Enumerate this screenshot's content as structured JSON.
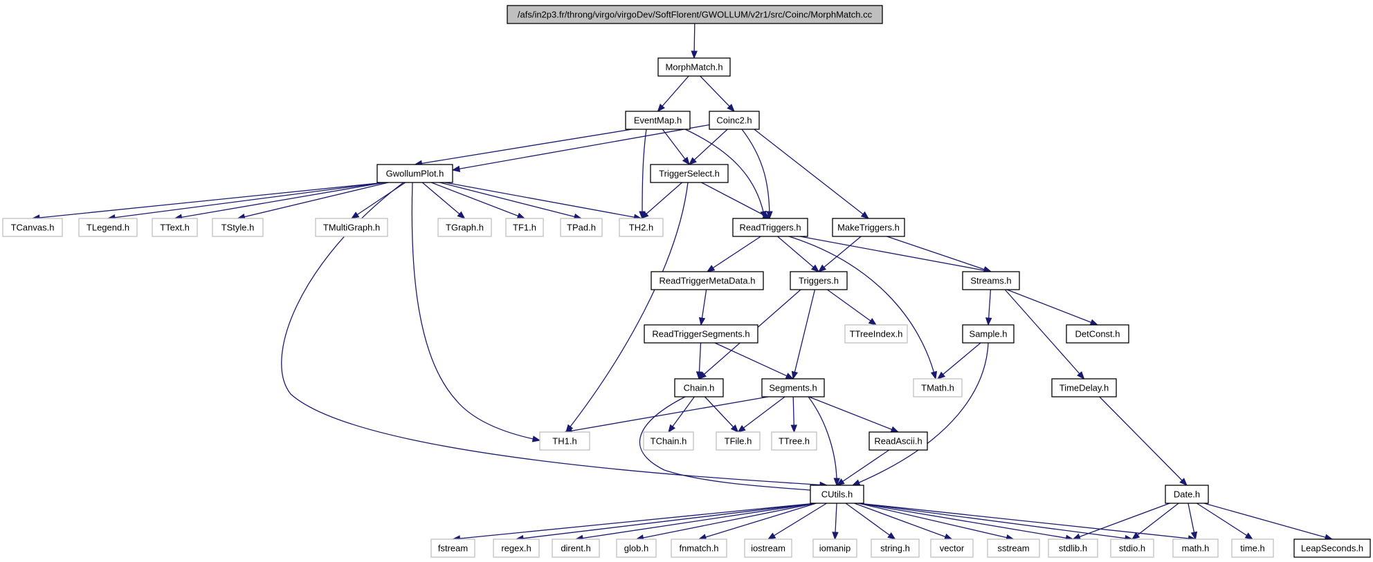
{
  "colors": {
    "edge": "#191970",
    "root_fill": "#bfbfbf",
    "documented_border": "#000000",
    "external_border": "#bfbfbf"
  },
  "nodes": [
    {
      "id": "morphmatch_cc",
      "label": "/afs/in2p3.fr/throng/virgo/virgoDev/SoftFlorent/GWOLLUM/v2r1/src/Coinc/MorphMatch.cc",
      "kind": "root"
    },
    {
      "id": "morphmatch_h",
      "label": "MorphMatch.h",
      "kind": "documented"
    },
    {
      "id": "eventmap_h",
      "label": "EventMap.h",
      "kind": "documented"
    },
    {
      "id": "coinc2_h",
      "label": "Coinc2.h",
      "kind": "documented"
    },
    {
      "id": "gwollumplot_h",
      "label": "GwollumPlot.h",
      "kind": "documented"
    },
    {
      "id": "triggerselect_h",
      "label": "TriggerSelect.h",
      "kind": "documented"
    },
    {
      "id": "readtriggers_h",
      "label": "ReadTriggers.h",
      "kind": "documented"
    },
    {
      "id": "maketriggers_h",
      "label": "MakeTriggers.h",
      "kind": "documented"
    },
    {
      "id": "tcanvas_h",
      "label": "TCanvas.h",
      "kind": "external"
    },
    {
      "id": "tlegend_h",
      "label": "TLegend.h",
      "kind": "external"
    },
    {
      "id": "ttext_h",
      "label": "TText.h",
      "kind": "external"
    },
    {
      "id": "tstyle_h",
      "label": "TStyle.h",
      "kind": "external"
    },
    {
      "id": "tmultigraph_h",
      "label": "TMultiGraph.h",
      "kind": "external"
    },
    {
      "id": "tgraph_h",
      "label": "TGraph.h",
      "kind": "external"
    },
    {
      "id": "tf1_h",
      "label": "TF1.h",
      "kind": "external"
    },
    {
      "id": "tpad_h",
      "label": "TPad.h",
      "kind": "external"
    },
    {
      "id": "th2_h",
      "label": "TH2.h",
      "kind": "external"
    },
    {
      "id": "readtriggermetadata_h",
      "label": "ReadTriggerMetaData.h",
      "kind": "documented"
    },
    {
      "id": "triggers_h",
      "label": "Triggers.h",
      "kind": "documented"
    },
    {
      "id": "streams_h",
      "label": "Streams.h",
      "kind": "documented"
    },
    {
      "id": "readtriggersegments_h",
      "label": "ReadTriggerSegments.h",
      "kind": "documented"
    },
    {
      "id": "ttreeindex_h",
      "label": "TTreeIndex.h",
      "kind": "external"
    },
    {
      "id": "sample_h",
      "label": "Sample.h",
      "kind": "documented"
    },
    {
      "id": "detconst_h",
      "label": "DetConst.h",
      "kind": "documented"
    },
    {
      "id": "chain_h",
      "label": "Chain.h",
      "kind": "documented"
    },
    {
      "id": "segments_h",
      "label": "Segments.h",
      "kind": "documented"
    },
    {
      "id": "tmath_h",
      "label": "TMath.h",
      "kind": "external"
    },
    {
      "id": "timedelay_h",
      "label": "TimeDelay.h",
      "kind": "documented"
    },
    {
      "id": "th1_h",
      "label": "TH1.h",
      "kind": "external"
    },
    {
      "id": "tchain_h",
      "label": "TChain.h",
      "kind": "external"
    },
    {
      "id": "tfile_h",
      "label": "TFile.h",
      "kind": "external"
    },
    {
      "id": "ttree_h",
      "label": "TTree.h",
      "kind": "external"
    },
    {
      "id": "readascii_h",
      "label": "ReadAscii.h",
      "kind": "documented"
    },
    {
      "id": "cutils_h",
      "label": "CUtils.h",
      "kind": "documented"
    },
    {
      "id": "date_h",
      "label": "Date.h",
      "kind": "documented"
    },
    {
      "id": "fstream",
      "label": "fstream",
      "kind": "external"
    },
    {
      "id": "regex_h",
      "label": "regex.h",
      "kind": "external"
    },
    {
      "id": "dirent_h",
      "label": "dirent.h",
      "kind": "external"
    },
    {
      "id": "glob_h",
      "label": "glob.h",
      "kind": "external"
    },
    {
      "id": "fnmatch_h",
      "label": "fnmatch.h",
      "kind": "external"
    },
    {
      "id": "iostream",
      "label": "iostream",
      "kind": "external"
    },
    {
      "id": "iomanip",
      "label": "iomanip",
      "kind": "external"
    },
    {
      "id": "string_h",
      "label": "string.h",
      "kind": "external"
    },
    {
      "id": "vector",
      "label": "vector",
      "kind": "external"
    },
    {
      "id": "sstream",
      "label": "sstream",
      "kind": "external"
    },
    {
      "id": "stdlib_h",
      "label": "stdlib.h",
      "kind": "external"
    },
    {
      "id": "stdio_h",
      "label": "stdio.h",
      "kind": "external"
    },
    {
      "id": "math_h",
      "label": "math.h",
      "kind": "external"
    },
    {
      "id": "time_h",
      "label": "time.h",
      "kind": "external"
    },
    {
      "id": "leapseconds_h",
      "label": "LeapSeconds.h",
      "kind": "documented"
    }
  ],
  "edges": [
    {
      "from": "morphmatch_cc",
      "to": "morphmatch_h"
    },
    {
      "from": "morphmatch_h",
      "to": "eventmap_h"
    },
    {
      "from": "morphmatch_h",
      "to": "coinc2_h"
    },
    {
      "from": "eventmap_h",
      "to": "gwollumplot_h"
    },
    {
      "from": "eventmap_h",
      "to": "triggerselect_h"
    },
    {
      "from": "eventmap_h",
      "to": "th2_h"
    },
    {
      "from": "eventmap_h",
      "to": "readtriggers_h"
    },
    {
      "from": "coinc2_h",
      "to": "gwollumplot_h"
    },
    {
      "from": "coinc2_h",
      "to": "triggerselect_h"
    },
    {
      "from": "coinc2_h",
      "to": "readtriggers_h"
    },
    {
      "from": "coinc2_h",
      "to": "maketriggers_h"
    },
    {
      "from": "gwollumplot_h",
      "to": "tcanvas_h"
    },
    {
      "from": "gwollumplot_h",
      "to": "tlegend_h"
    },
    {
      "from": "gwollumplot_h",
      "to": "ttext_h"
    },
    {
      "from": "gwollumplot_h",
      "to": "tstyle_h"
    },
    {
      "from": "gwollumplot_h",
      "to": "tmultigraph_h"
    },
    {
      "from": "gwollumplot_h",
      "to": "tgraph_h"
    },
    {
      "from": "gwollumplot_h",
      "to": "tf1_h"
    },
    {
      "from": "gwollumplot_h",
      "to": "tpad_h"
    },
    {
      "from": "gwollumplot_h",
      "to": "th2_h"
    },
    {
      "from": "gwollumplot_h",
      "to": "th1_h"
    },
    {
      "from": "gwollumplot_h",
      "to": "cutils_h"
    },
    {
      "from": "triggerselect_h",
      "to": "th2_h"
    },
    {
      "from": "triggerselect_h",
      "to": "readtriggers_h"
    },
    {
      "from": "triggerselect_h",
      "to": "th1_h"
    },
    {
      "from": "readtriggers_h",
      "to": "readtriggermetadata_h"
    },
    {
      "from": "readtriggers_h",
      "to": "triggers_h"
    },
    {
      "from": "readtriggers_h",
      "to": "streams_h"
    },
    {
      "from": "readtriggers_h",
      "to": "tmath_h"
    },
    {
      "from": "maketriggers_h",
      "to": "triggers_h"
    },
    {
      "from": "maketriggers_h",
      "to": "streams_h"
    },
    {
      "from": "readtriggermetadata_h",
      "to": "readtriggersegments_h"
    },
    {
      "from": "triggers_h",
      "to": "ttreeindex_h"
    },
    {
      "from": "triggers_h",
      "to": "chain_h"
    },
    {
      "from": "triggers_h",
      "to": "segments_h"
    },
    {
      "from": "streams_h",
      "to": "sample_h"
    },
    {
      "from": "streams_h",
      "to": "detconst_h"
    },
    {
      "from": "streams_h",
      "to": "timedelay_h"
    },
    {
      "from": "readtriggersegments_h",
      "to": "chain_h"
    },
    {
      "from": "readtriggersegments_h",
      "to": "segments_h"
    },
    {
      "from": "sample_h",
      "to": "tmath_h"
    },
    {
      "from": "sample_h",
      "to": "cutils_h"
    },
    {
      "from": "chain_h",
      "to": "tchain_h"
    },
    {
      "from": "chain_h",
      "to": "tfile_h"
    },
    {
      "from": "chain_h",
      "to": "cutils_h"
    },
    {
      "from": "segments_h",
      "to": "th1_h"
    },
    {
      "from": "segments_h",
      "to": "tfile_h"
    },
    {
      "from": "segments_h",
      "to": "ttree_h"
    },
    {
      "from": "segments_h",
      "to": "readascii_h"
    },
    {
      "from": "segments_h",
      "to": "cutils_h"
    },
    {
      "from": "readascii_h",
      "to": "cutils_h"
    },
    {
      "from": "timedelay_h",
      "to": "date_h"
    },
    {
      "from": "cutils_h",
      "to": "fstream"
    },
    {
      "from": "cutils_h",
      "to": "regex_h"
    },
    {
      "from": "cutils_h",
      "to": "dirent_h"
    },
    {
      "from": "cutils_h",
      "to": "glob_h"
    },
    {
      "from": "cutils_h",
      "to": "fnmatch_h"
    },
    {
      "from": "cutils_h",
      "to": "iostream"
    },
    {
      "from": "cutils_h",
      "to": "iomanip"
    },
    {
      "from": "cutils_h",
      "to": "string_h"
    },
    {
      "from": "cutils_h",
      "to": "vector"
    },
    {
      "from": "cutils_h",
      "to": "sstream"
    },
    {
      "from": "cutils_h",
      "to": "stdlib_h"
    },
    {
      "from": "cutils_h",
      "to": "stdio_h"
    },
    {
      "from": "cutils_h",
      "to": "math_h"
    },
    {
      "from": "date_h",
      "to": "stdlib_h"
    },
    {
      "from": "date_h",
      "to": "stdio_h"
    },
    {
      "from": "date_h",
      "to": "math_h"
    },
    {
      "from": "date_h",
      "to": "time_h"
    },
    {
      "from": "date_h",
      "to": "leapseconds_h"
    }
  ]
}
